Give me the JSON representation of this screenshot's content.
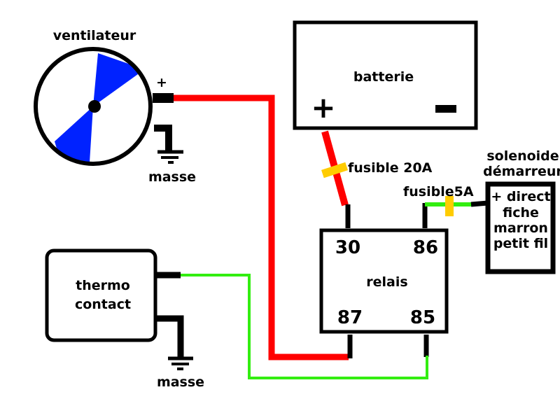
{
  "fan": {
    "label": "ventilateur",
    "plus": "+",
    "ground_label": "masse"
  },
  "battery": {
    "label": "batterie",
    "plus": "+",
    "minus": "-"
  },
  "fuse_main": {
    "label": "fusible 20A"
  },
  "fuse_small": {
    "label": "fusible5A"
  },
  "solenoid": {
    "title_line1": "solenoide",
    "title_line2": "démarreur",
    "lines": [
      "+ direct",
      "fiche",
      "marron",
      "petit fil"
    ]
  },
  "relay": {
    "label": "relais",
    "pins": {
      "p30": "30",
      "p86": "86",
      "p87": "87",
      "p85": "85"
    }
  },
  "thermo": {
    "line1": "thermo",
    "line2": "contact",
    "ground_label": "masse"
  },
  "colors": {
    "power_wire": "#ff0000",
    "signal_wire": "#33ee11",
    "fuse": "#ffcc00",
    "fan_blade": "#0022ff",
    "outline": "#000000"
  }
}
